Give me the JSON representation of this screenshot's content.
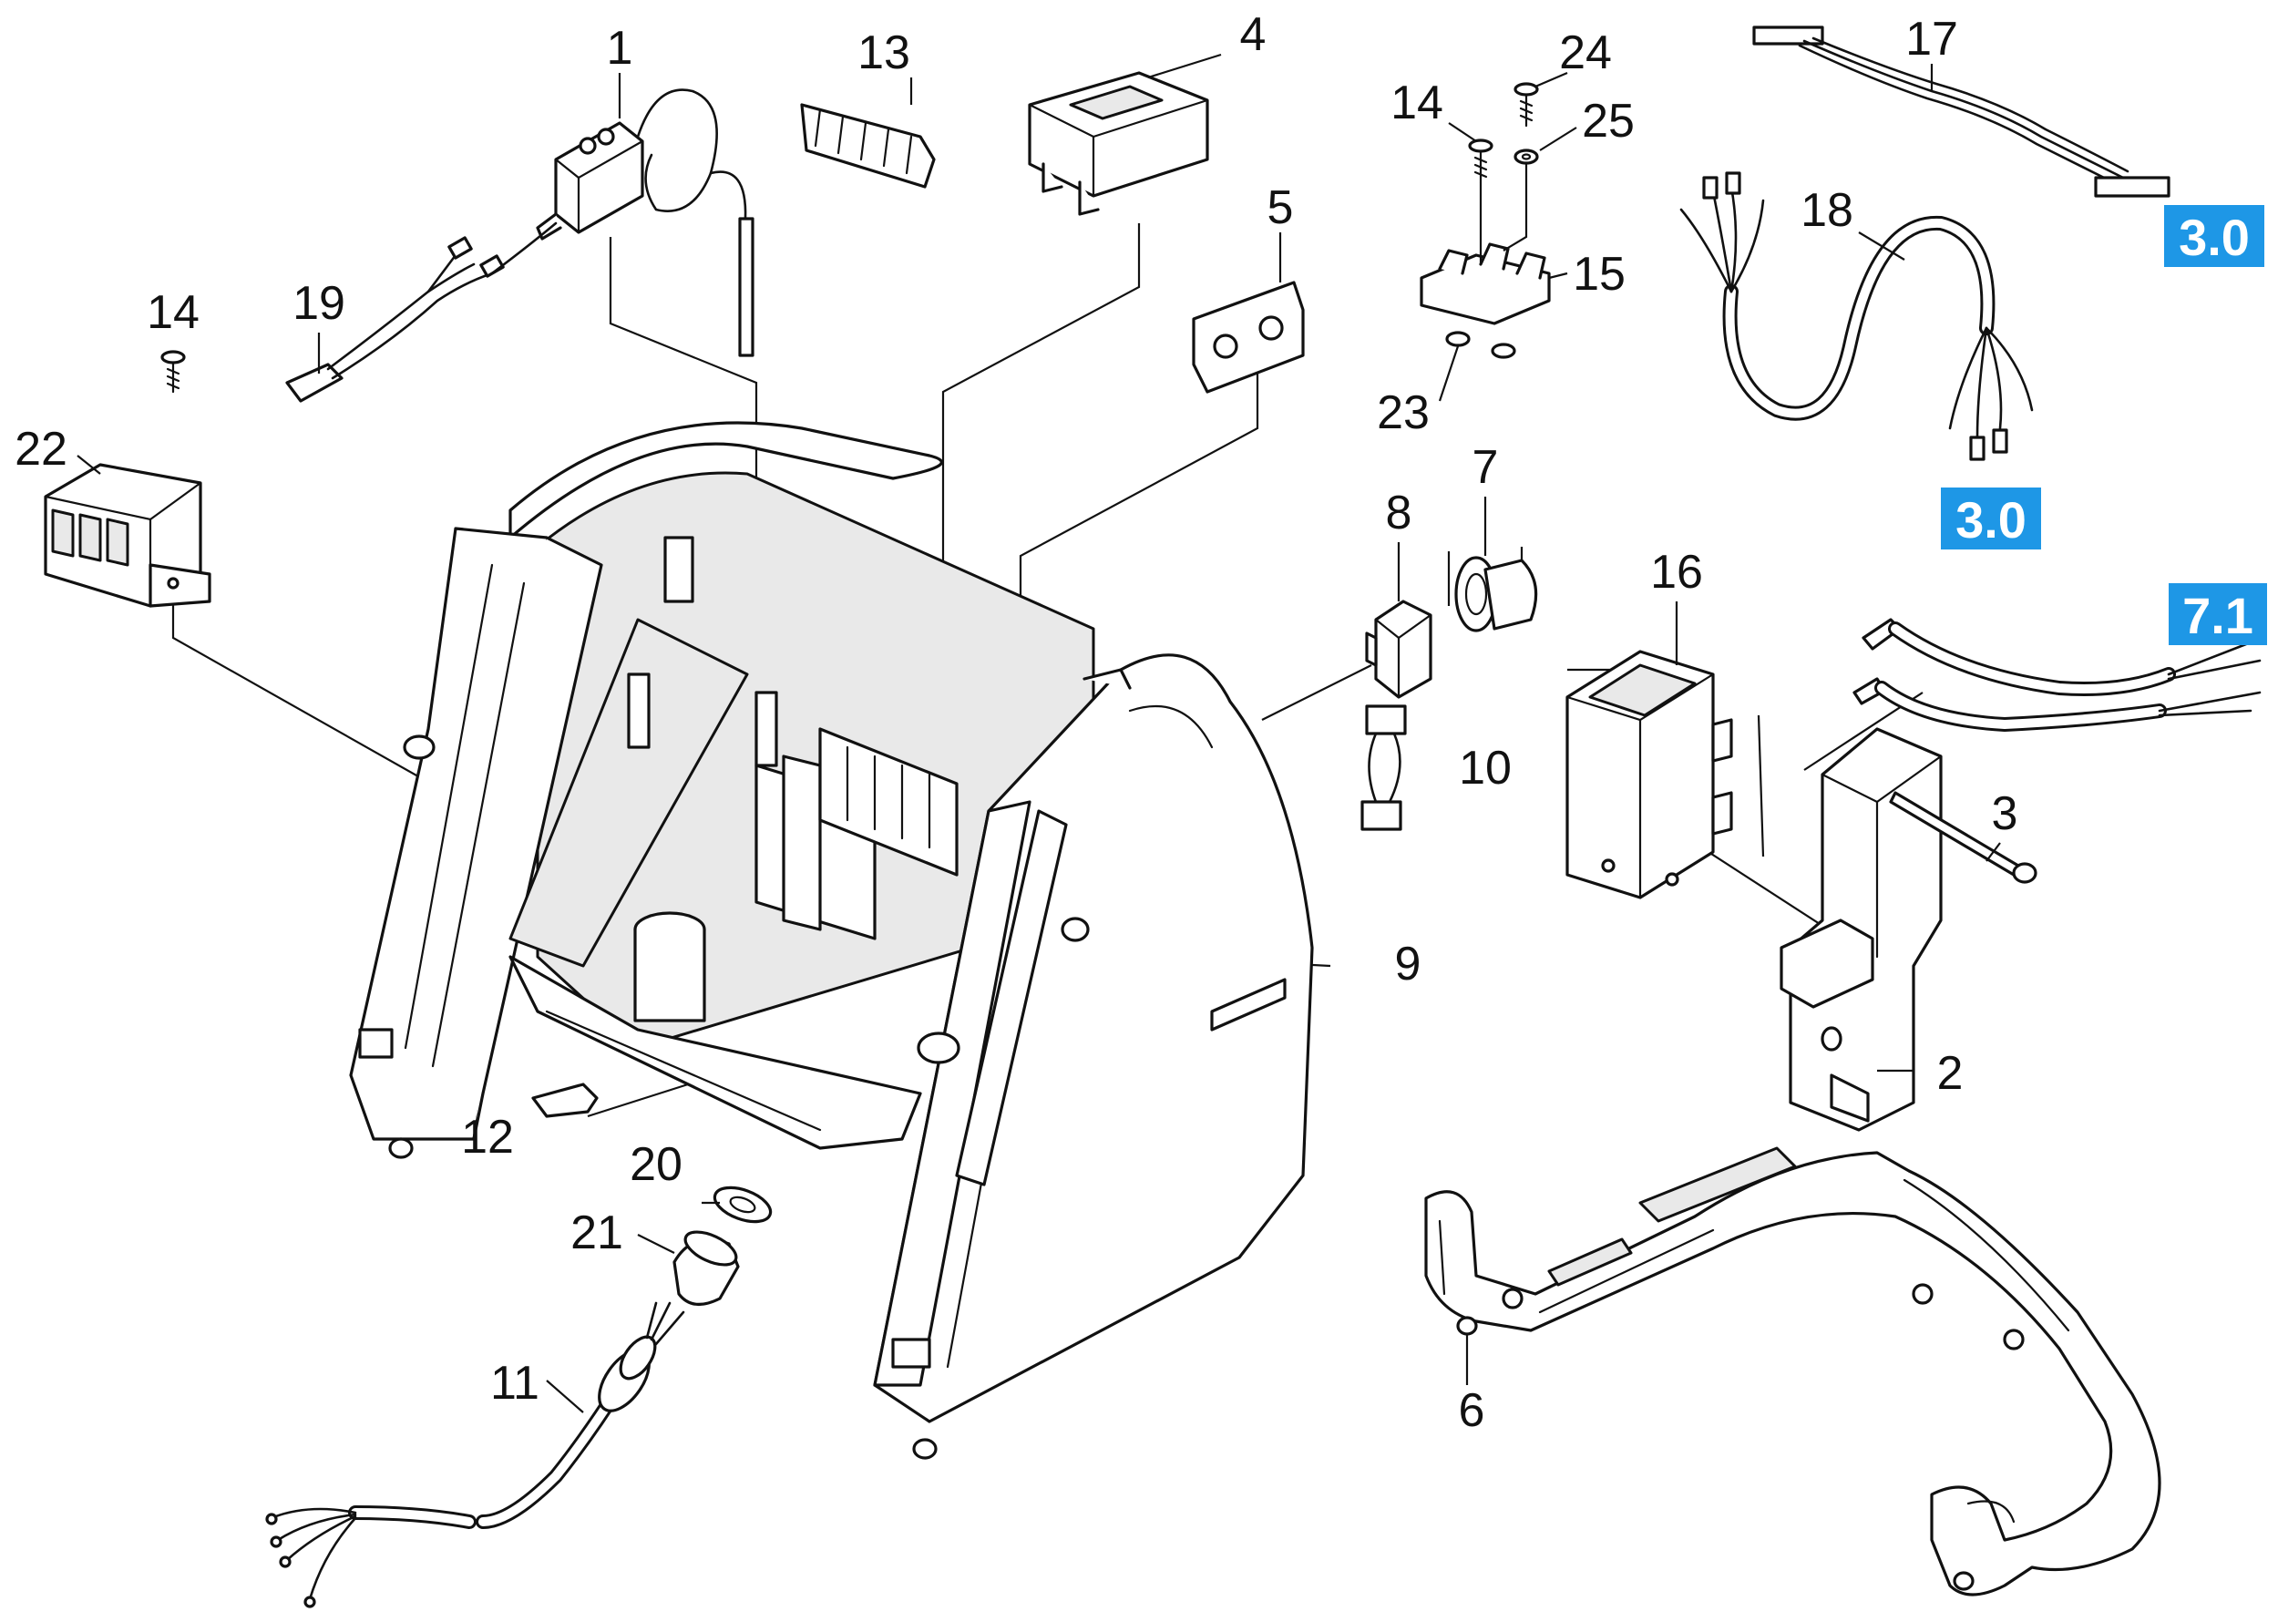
{
  "callouts": {
    "c1": "1",
    "c2": "2",
    "c3": "3",
    "c4": "4",
    "c5": "5",
    "c6": "6",
    "c7": "7",
    "c8": "8",
    "c9": "9",
    "c10": "10",
    "c11": "11",
    "c12": "12",
    "c13": "13",
    "c14a": "14",
    "c14b": "14",
    "c15": "15",
    "c16": "16",
    "c17": "17",
    "c18": "18",
    "c19": "19",
    "c20": "20",
    "c21": "21",
    "c22": "22",
    "c23": "23",
    "c24": "24",
    "c25": "25"
  },
  "references": {
    "ref_17": "3.0",
    "ref_18": "3.0",
    "ref_16": "7.1"
  },
  "colors": {
    "reference_badge": "#1e97e6",
    "line": "#111111",
    "background": "#ffffff"
  }
}
